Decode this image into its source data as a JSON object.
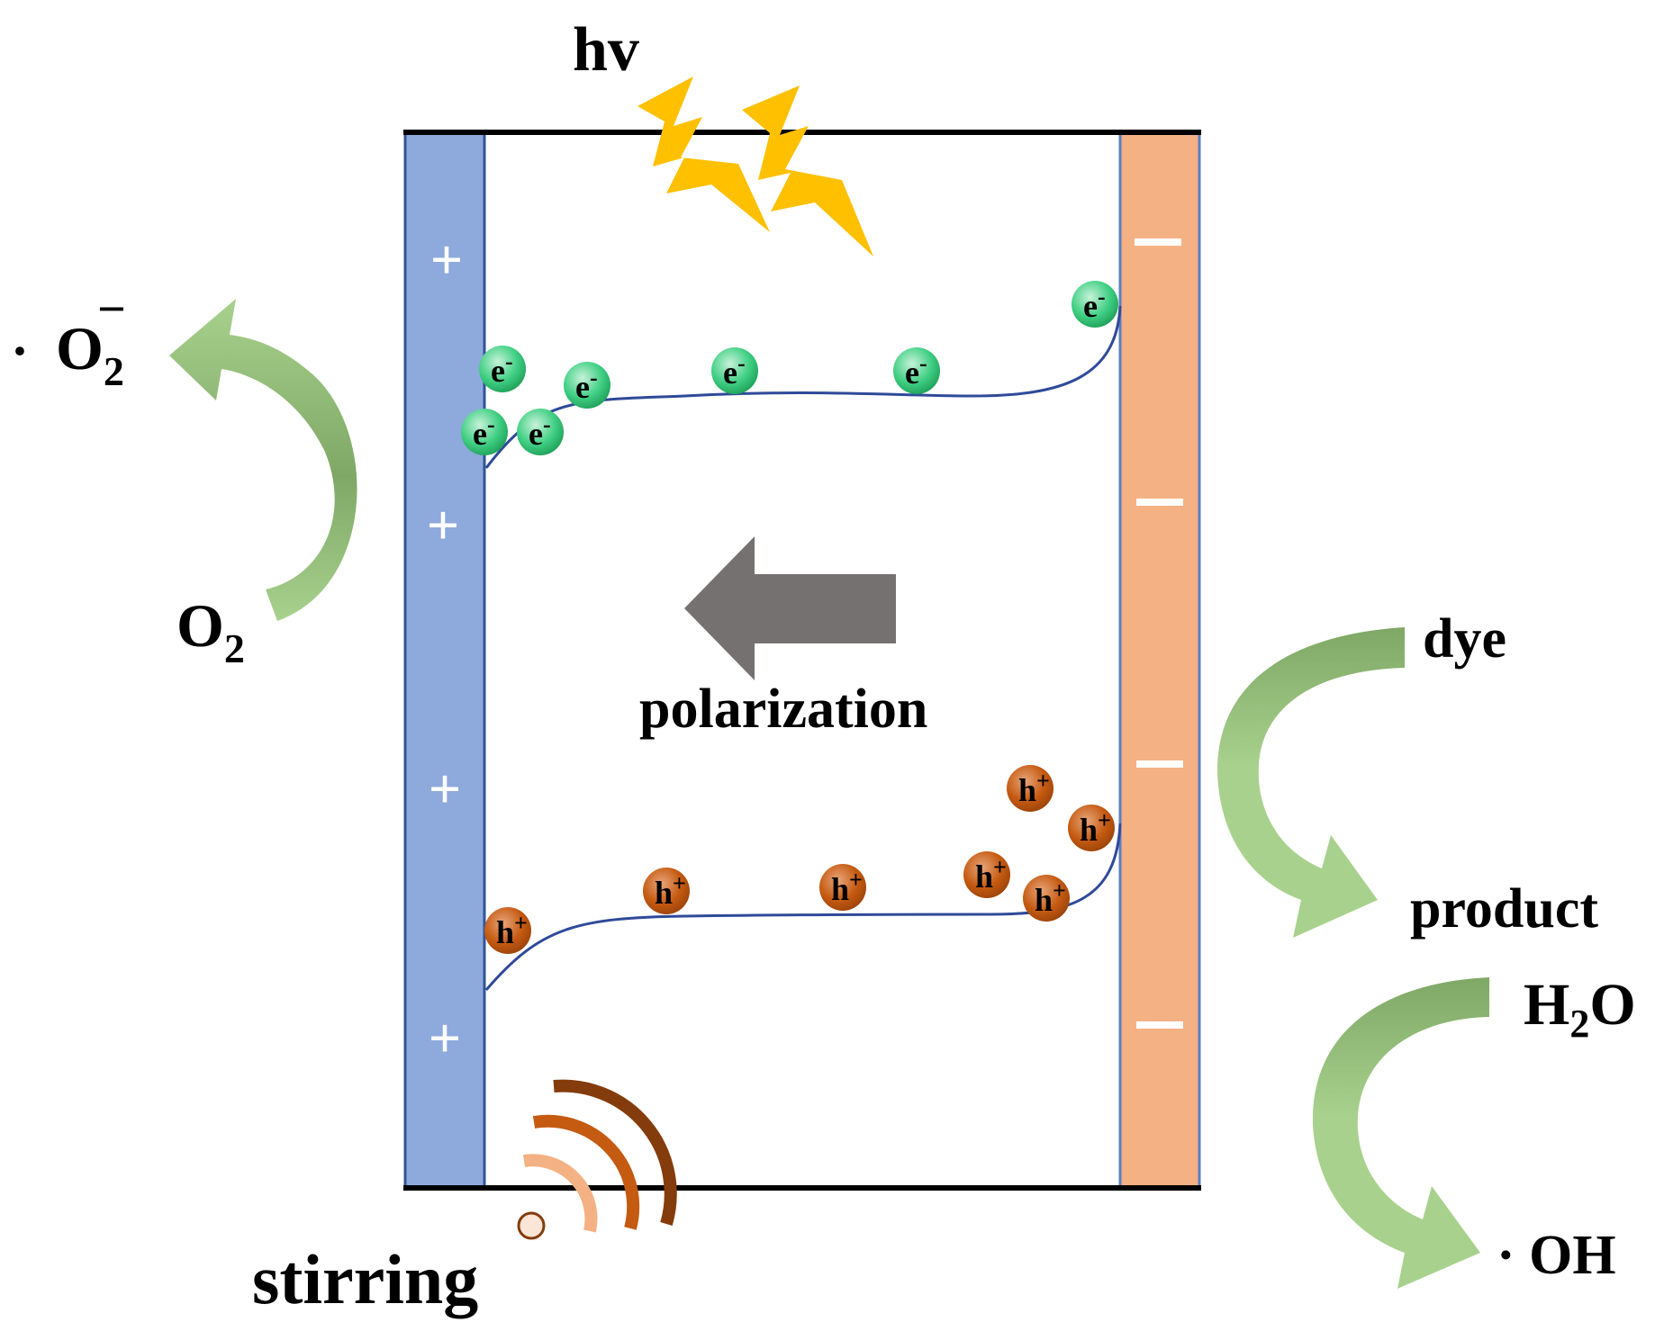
{
  "labels": {
    "light": "hv",
    "oxygen": "O",
    "oxygen_sub": "2",
    "superoxide_dot": "·",
    "superoxide": "O",
    "superoxide_sub": "2",
    "superoxide_sup": "−",
    "dye": "dye",
    "product": "product",
    "water_h": "H",
    "water_sub": "2",
    "water_o": "O",
    "hydroxyl": "· OH",
    "polarization": "polarization",
    "stirring": "stirring"
  },
  "signs": {
    "plus": "+",
    "minus": "−"
  },
  "carriers": {
    "electron": "e",
    "electron_sup": "-",
    "hole": "h",
    "hole_sup": "+"
  },
  "colors": {
    "positive_plate": "#8EA9DB",
    "negative_plate": "#F4B183",
    "electron": "#2FBF71",
    "hole": "#C55A11",
    "band_line": "#2F4A9A",
    "polarization_arrow": "#767171",
    "lightning": "#FFC000",
    "reaction_arrow": "#A9D18E",
    "stirring_dark": "#843C0C",
    "stirring_mid": "#C55A11",
    "stirring_light": "#F4B183"
  }
}
